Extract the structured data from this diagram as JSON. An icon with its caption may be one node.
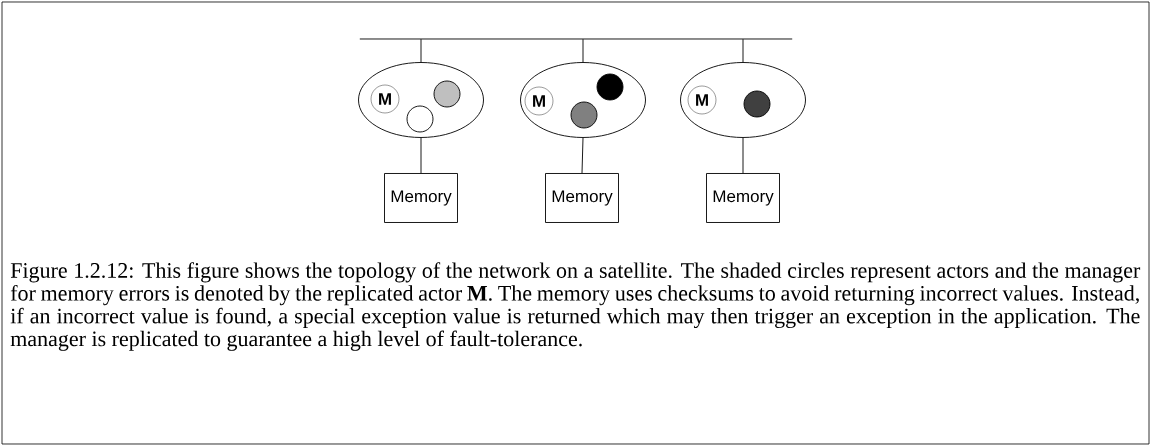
{
  "diagram": {
    "caption": "Figure 1.2.12: This figure shows the topology of the network on a satellite. The shaded circles represent actors and the manager for memory errors is denoted by the replicated actor **M**. The memory uses checksums to avoid returning incorrect values. Instead, if an incorrect value is found, a special exception value is returned which may then trigger an exception in the application. The manager is replicated to guarantee a high level of fault-tolerance.",
    "nodes": [
      {
        "text": [],
        "shape": "bar"
      },
      {
        "text": [],
        "shape": "ellipse"
      },
      {
        "text": [
          "M"
        ],
        "in": 1
      },
      {
        "text": [],
        "shape": "circle",
        "in": 1
      },
      {
        "text": [],
        "shape": "circle",
        "in": 1
      },
      {
        "text": [],
        "shape": "ellipse"
      },
      {
        "text": [
          "M"
        ],
        "in": 5
      },
      {
        "text": [],
        "shape": "circle",
        "in": 5
      },
      {
        "text": [],
        "shape": "circle",
        "in": 5
      },
      {
        "text": [],
        "shape": "ellipse"
      },
      {
        "text": [
          "M"
        ],
        "in": 9
      },
      {
        "text": [],
        "shape": "circle",
        "in": 9
      },
      {
        "text": [
          "Memory"
        ]
      },
      {
        "text": [
          "Memory"
        ]
      },
      {
        "text": [
          "Memory"
        ]
      }
    ],
    "edges": [
      {
        "from": 0,
        "to": 1,
        "arrow": "none"
      },
      {
        "from": 0,
        "to": 5,
        "arrow": "none"
      },
      {
        "from": 0,
        "to": 9,
        "arrow": "none"
      },
      {
        "from": 1,
        "to": 12,
        "arrow": "none"
      },
      {
        "from": 5,
        "to": 13,
        "arrow": "none"
      },
      {
        "from": 9,
        "to": 14,
        "arrow": "none"
      }
    ]
  }
}
